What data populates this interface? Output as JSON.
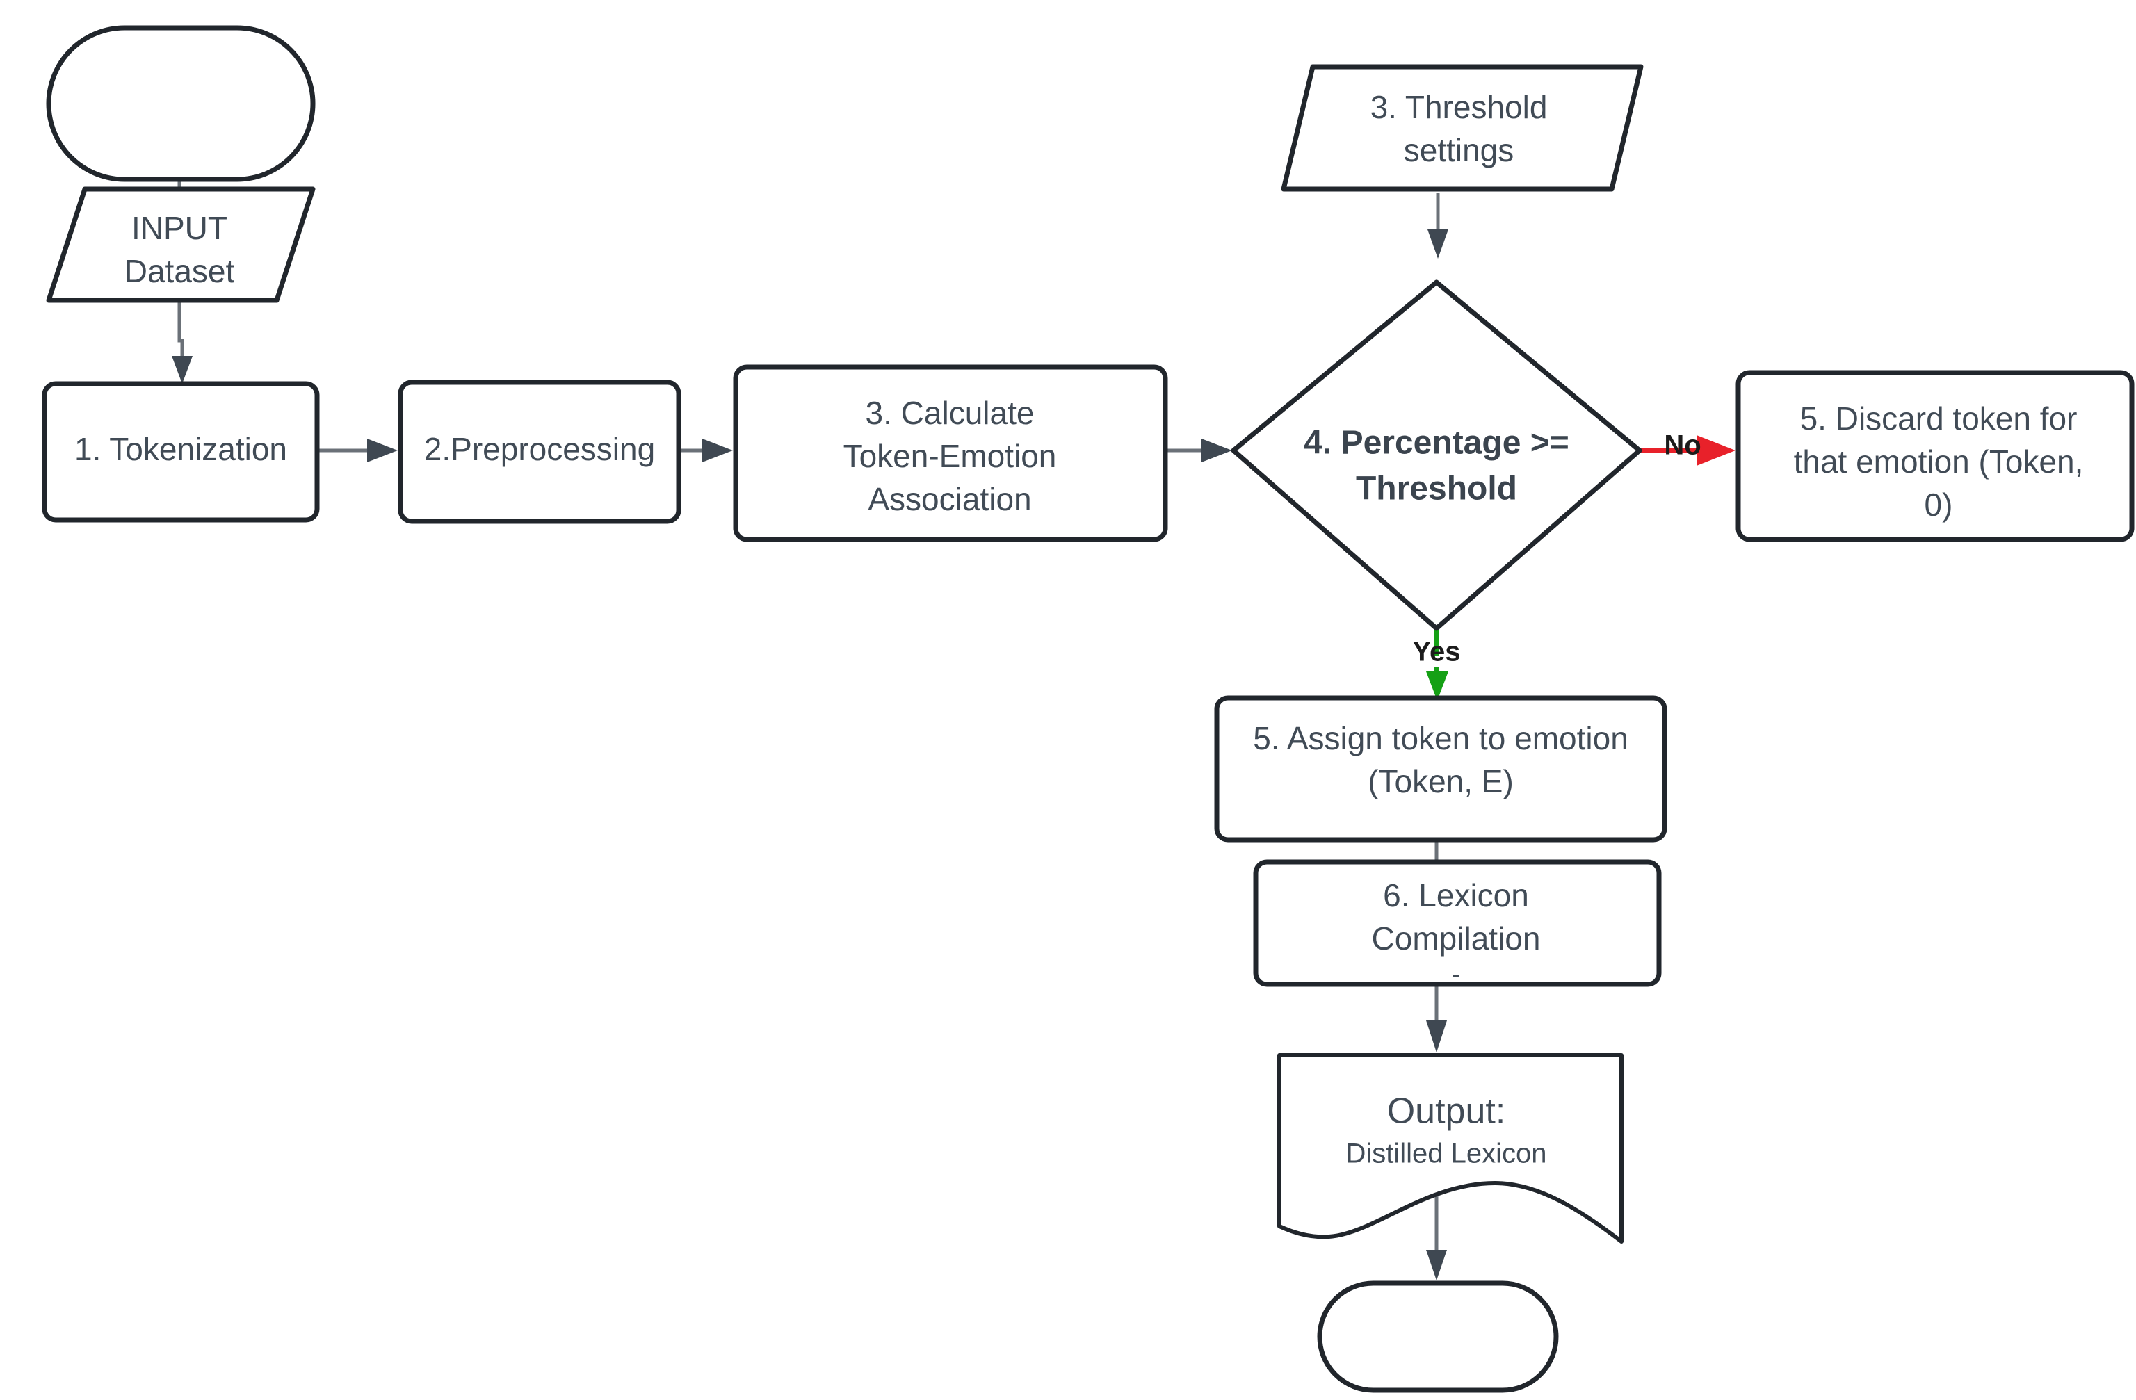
{
  "diagram": {
    "title": "Emotion Lexicon Distillation Flowchart",
    "background_color": "#ffffff",
    "text_color": "#414b56",
    "outline_color": "#21262c",
    "edge_color": "#6b7178",
    "yes_color": "#15a015",
    "no_color": "#e8212a"
  },
  "nodes": {
    "start_terminal": {
      "label": "",
      "shape": "terminator"
    },
    "input_dataset": {
      "line1": "INPUT",
      "line2": "Dataset",
      "shape": "parallelogram"
    },
    "tokenization": {
      "label": "1. Tokenization",
      "shape": "process"
    },
    "preprocessing": {
      "label": "2.Preprocessing",
      "shape": "process"
    },
    "calculate_assoc": {
      "line1": "3. Calculate",
      "line2": "Token-Emotion",
      "line3": "Association",
      "shape": "process"
    },
    "threshold_settings": {
      "line1": "3. Threshold",
      "line2": "settings",
      "shape": "parallelogram"
    },
    "decision": {
      "line1": "4. Percentage >=",
      "line2": "Threshold",
      "shape": "decision"
    },
    "discard_token": {
      "line1": "5. Discard token for",
      "line2": "that emotion (Token,",
      "line3": "0)",
      "shape": "process"
    },
    "assign_token": {
      "line1": "5. Assign token to emotion",
      "line2": "(Token, E)",
      "shape": "process"
    },
    "lexicon_compilation": {
      "line1": "6. Lexicon",
      "line2": "Compilation",
      "line3": "-",
      "shape": "process"
    },
    "output_document": {
      "line1": "Output:",
      "line2": "Distilled Lexicon",
      "shape": "document"
    },
    "end_terminal": {
      "label": "",
      "shape": "terminator"
    }
  },
  "edges": {
    "start_to_input": {
      "label": "",
      "color": "#6b7178"
    },
    "input_to_tokenization": {
      "label": "",
      "color": "#6b7178"
    },
    "tokenization_to_preprocessing": {
      "label": "",
      "color": "#6b7178"
    },
    "preprocessing_to_calculate": {
      "label": "",
      "color": "#6b7178"
    },
    "calculate_to_decision": {
      "label": "",
      "color": "#6b7178"
    },
    "threshold_to_decision": {
      "label": "",
      "color": "#6b7178"
    },
    "decision_to_discard": {
      "label": "No",
      "color": "#e8212a"
    },
    "decision_to_assign": {
      "label": "Yes",
      "color": "#15a015"
    },
    "assign_to_lexicon": {
      "label": "",
      "color": "#6b7178"
    },
    "lexicon_to_output": {
      "label": "",
      "color": "#6b7178"
    },
    "output_to_end": {
      "label": "",
      "color": "#6b7178"
    }
  }
}
